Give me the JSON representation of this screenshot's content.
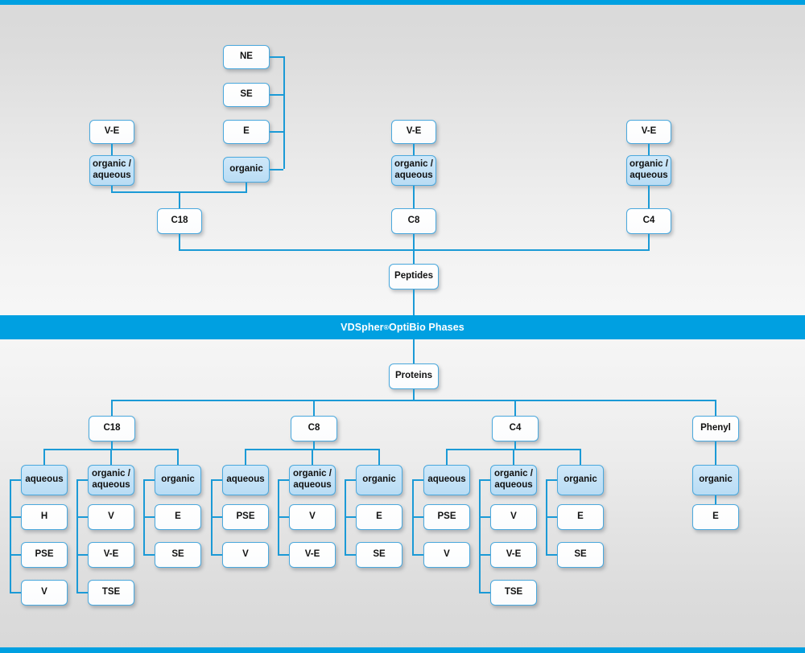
{
  "banner": {
    "brand": "VDSpher",
    "registered": "®",
    "suffix": " OptiBio Phases"
  },
  "colors": {
    "accent": "#00a0e1",
    "line": "#1b9ad6",
    "node_border": "#4aa8dd",
    "node_blue_fill": "#c3e2f7",
    "node_white_fill": "#ffffff",
    "background": "#e9e9e9"
  },
  "peptides": {
    "root_label": "Peptides",
    "columns": [
      {
        "id": "c18",
        "chain_label": "C18",
        "left_branch": {
          "top_label": "V-E",
          "mid_label": "organic /\naqueous"
        },
        "right_branch": {
          "mid_label": "organic",
          "top_items": [
            "NE",
            "SE",
            "E"
          ]
        }
      },
      {
        "id": "c8",
        "chain_label": "C8",
        "left_branch": {
          "top_label": "V-E",
          "mid_label": "organic /\naqueous"
        },
        "right_branch": null
      },
      {
        "id": "c4",
        "chain_label": "C4",
        "left_branch": {
          "top_label": "V-E",
          "mid_label": "organic /\naqueous"
        },
        "right_branch": null
      }
    ]
  },
  "proteins": {
    "root_label": "Proteins",
    "groups": [
      {
        "id": "c18",
        "label": "C18",
        "columns": [
          {
            "header": "aqueous",
            "items": [
              "H",
              "PSE",
              "V"
            ]
          },
          {
            "header": "organic /\naqueous",
            "items": [
              "V",
              "V-E",
              "TSE"
            ]
          },
          {
            "header": "organic",
            "items": [
              "E",
              "SE"
            ]
          }
        ]
      },
      {
        "id": "c8",
        "label": "C8",
        "columns": [
          {
            "header": "aqueous",
            "items": [
              "PSE",
              "V"
            ]
          },
          {
            "header": "organic /\naqueous",
            "items": [
              "V",
              "V-E"
            ]
          },
          {
            "header": "organic",
            "items": [
              "E",
              "SE"
            ]
          }
        ]
      },
      {
        "id": "c4",
        "label": "C4",
        "columns": [
          {
            "header": "aqueous",
            "items": [
              "PSE",
              "V"
            ]
          },
          {
            "header": "organic /\naqueous",
            "items": [
              "V",
              "V-E",
              "TSE"
            ]
          },
          {
            "header": "organic",
            "items": [
              "E",
              "SE"
            ]
          }
        ]
      },
      {
        "id": "phenyl",
        "label": "Phenyl",
        "columns": [
          {
            "header": "organic",
            "items": [
              "E"
            ]
          }
        ]
      }
    ]
  }
}
